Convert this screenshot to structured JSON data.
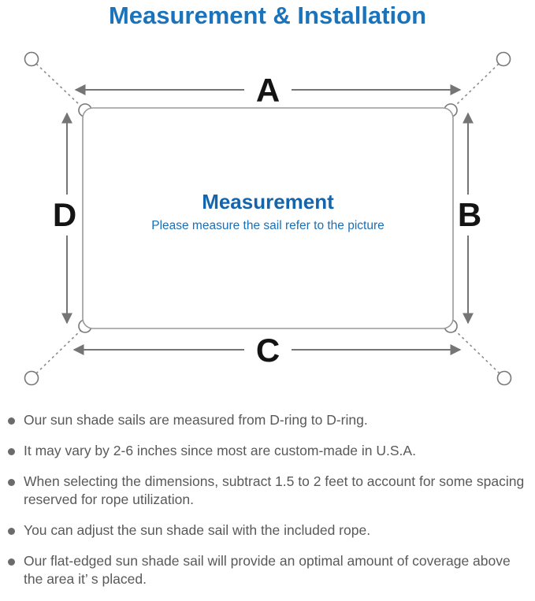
{
  "page": {
    "title": "Measurement & Installation"
  },
  "diagram": {
    "labels": {
      "top": "A",
      "right": "B",
      "bottom": "C",
      "left": "D"
    },
    "center_title": "Measurement",
    "center_subtitle": "Please measure the sail refer to the picture"
  },
  "notes": [
    "Our sun shade sails are measured from D-ring to D-ring.",
    "It may vary by 2-6 inches since most are custom-made in U.S.A.",
    "When selecting the dimensions, subtract 1.5 to 2 feet to account for some spacing reserved for rope utilization.",
    "You can adjust the sun shade sail with the included rope.",
    "Our flat-edged sun shade sail will provide an optimal amount of coverage above the area it’ s placed."
  ],
  "colors": {
    "accent_blue": "#1b74bb",
    "center_blue": "#1565ad",
    "diagram_line": "#8f8f8f",
    "arrow_gray": "#757575",
    "body_text": "#595959"
  }
}
